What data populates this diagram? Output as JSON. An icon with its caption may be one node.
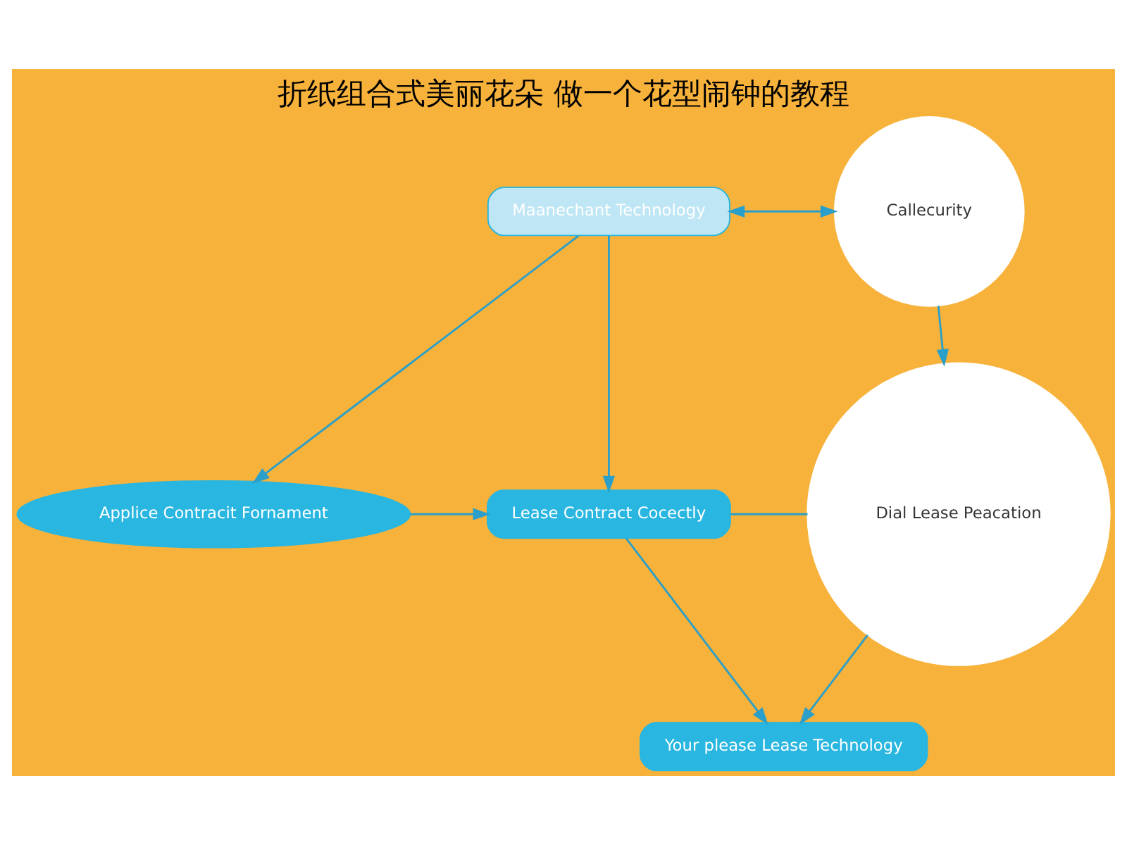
{
  "diagram": {
    "title": "折纸组合式美丽花朵 做一个花型闹钟的教程",
    "nodes": [
      {
        "text": [
          "Maanechant Technology"
        ]
      },
      {
        "text": [
          "Callecurity"
        ]
      },
      {
        "text": [
          "Applice Contracit Fornament"
        ]
      },
      {
        "text": [
          "Lease Contract Cocectly"
        ]
      },
      {
        "text": [
          "Dial Lease Peacation"
        ]
      },
      {
        "text": [
          "Your please Lease Technology"
        ]
      }
    ],
    "edges": [
      {
        "from": 0,
        "to": 1,
        "arrow": "both"
      },
      {
        "from": 0,
        "to": 2,
        "arrow": "to"
      },
      {
        "from": 0,
        "to": 3,
        "arrow": "to"
      },
      {
        "from": 1,
        "to": 4,
        "arrow": "to"
      },
      {
        "from": 2,
        "to": 3,
        "arrow": "to"
      },
      {
        "from": 3,
        "to": 4,
        "arrow": "none"
      },
      {
        "from": 3,
        "to": 5,
        "arrow": "to"
      },
      {
        "from": 4,
        "to": 5,
        "arrow": "to"
      }
    ]
  }
}
